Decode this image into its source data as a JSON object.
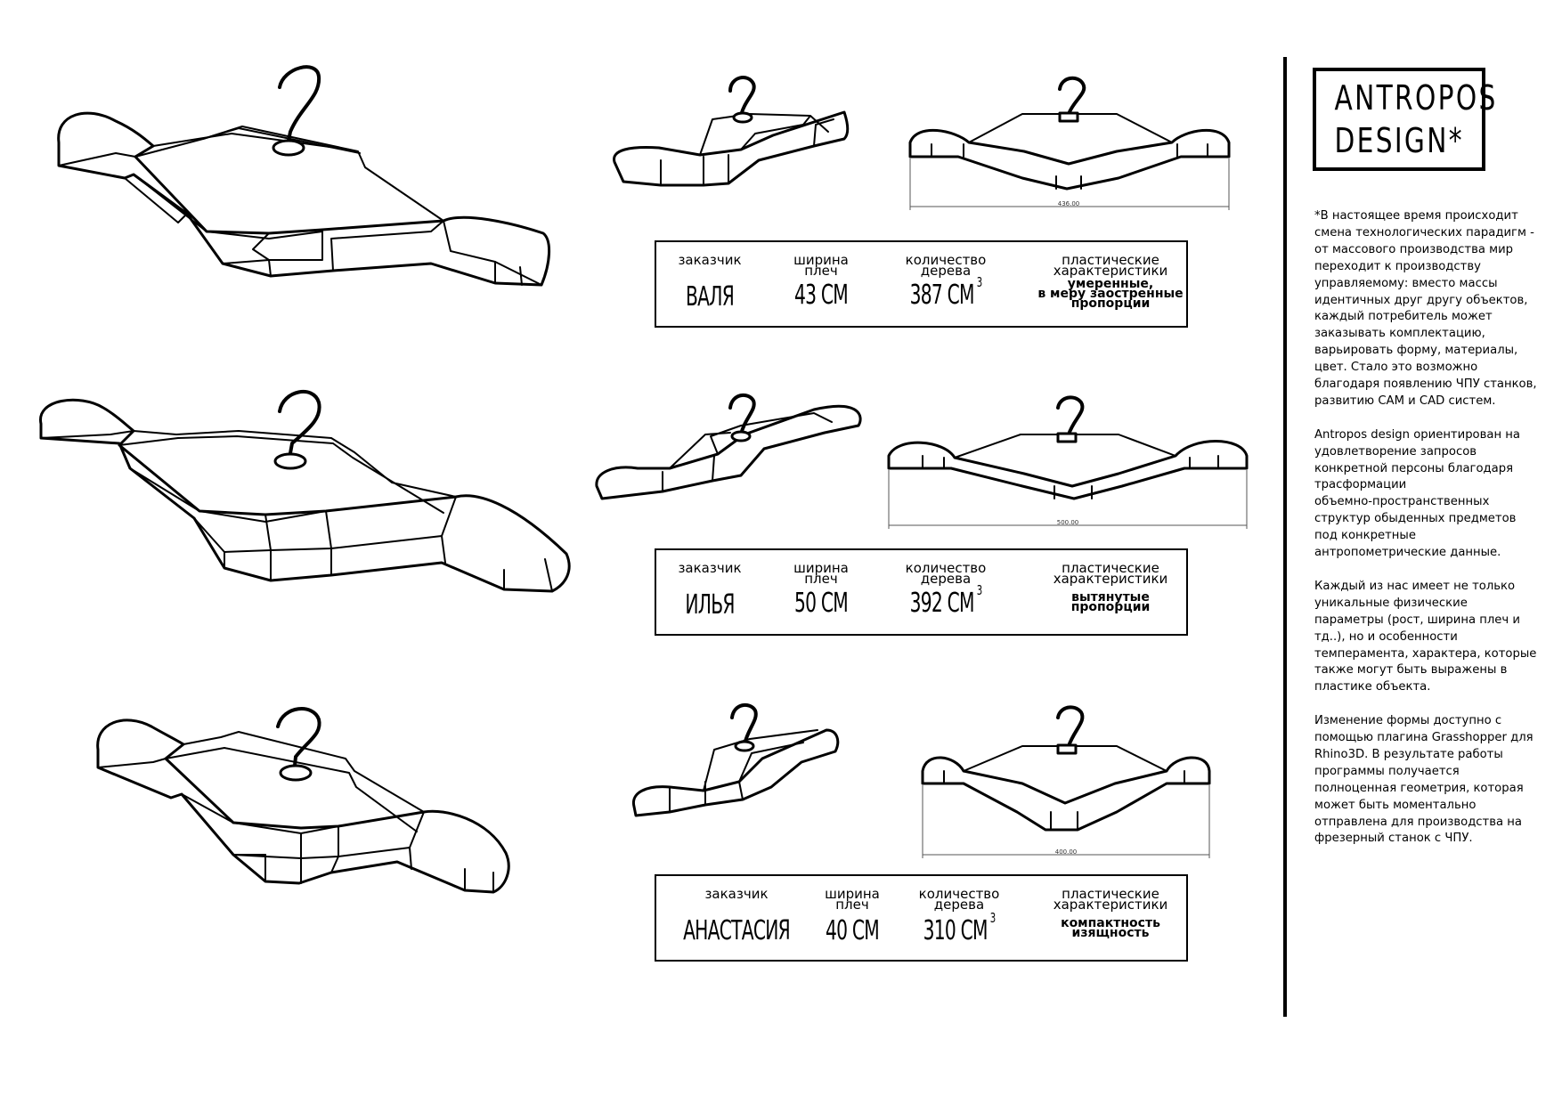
{
  "brand": {
    "line1": "ANTROPOS",
    "line2": "DESIGN*"
  },
  "labels": {
    "customer": "заказчик",
    "shoulder_width": "ширина\nплеч",
    "wood_volume": "количество\nдерева",
    "plastic": "пластические\nхарактеристики"
  },
  "orders": [
    {
      "name": "ВАЛЯ",
      "width": "43 СМ",
      "volume": "387 СМ",
      "volume_exp": "3",
      "plastic": "умеренные,\nв меру заостренные\nпропорции",
      "dimension": "436.00"
    },
    {
      "name": "ИЛЬЯ",
      "width": "50 СМ",
      "volume": "392 СМ",
      "volume_exp": "3",
      "plastic": "вытянутые\nпропорции",
      "dimension": "500.00"
    },
    {
      "name": "АНАСТАСИЯ",
      "width": "40 СМ",
      "volume": "310 СМ",
      "volume_exp": "3",
      "plastic": "компактность\nизящность",
      "dimension": "400.00"
    }
  ],
  "sidebar": {
    "paragraphs": [
      "*В настоящее время происходит\nсмена технологических парадигм -\nот массового производства мир\nпереходит к производству\nуправляемому: вместо массы\nидентичных друг другу объектов,\nкаждый потребитель может\nзаказывать комплектацию,\nварьировать форму, материалы,\nцвет. Стало это возможно\nблагодаря появлению ЧПУ станков,\nразвитию CAM и CAD систем.",
      "Antropos design  ориентирован на\nудовлетворение запросов\nконкретной персоны благодаря\nтрасформации\nобъемно-пространственных\nструктур обыденных предметов\nпод конкретные\nантропометрические данные.",
      "Каждый из нас имеет не только\nуникальные физические\nпараметры (рост, ширина плеч и\nтд..), но и особенности\nтемперамента, характера, которые\nтакже могут быть выражены в\nпластике объекта.",
      "Изменение формы доступно с\nпомощью плагина Grasshopper для\nRhino3D.  В результате работы\nпрограммы получается\nполноценная геометрия, которая\nможет быть моментально\nотправлена для производства на\nфрезерный станок с ЧПУ."
    ]
  }
}
